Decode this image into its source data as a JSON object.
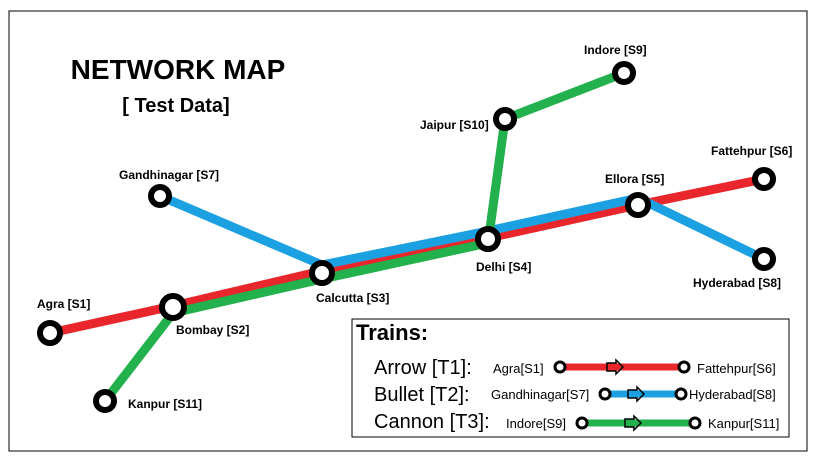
{
  "title": "NETWORK MAP",
  "subtitle": "[ Test Data]",
  "colors": {
    "red": "#e8262b",
    "blue": "#1ba1e2",
    "green": "#22b14c",
    "node": "#000000"
  },
  "stations": {
    "agra": {
      "label": "Agra [S1]"
    },
    "bombay": {
      "label": "Bombay [S2]"
    },
    "calcutta": {
      "label": "Calcutta [S3]"
    },
    "delhi": {
      "label": "Delhi [S4]"
    },
    "ellora": {
      "label": "Ellora [S5]"
    },
    "fattehpur": {
      "label": "Fattehpur [S6]"
    },
    "gandhinagar": {
      "label": "Gandhinagar [S7]"
    },
    "hyderabad": {
      "label": "Hyderabad [S8]"
    },
    "indore": {
      "label": "Indore [S9]"
    },
    "jaipur": {
      "label": "Jaipur [S10]"
    },
    "kanpur": {
      "label": "Kanpur [S11]"
    }
  },
  "legend": {
    "title": "Trains:",
    "trains": [
      {
        "name": "Arrow [T1]:",
        "from": "Agra[S1]",
        "to": "Fattehpur[S6]",
        "color": "red"
      },
      {
        "name": "Bullet [T2]:",
        "from": "Gandhinagar[S7]",
        "to": "Hyderabad[S8]",
        "color": "blue"
      },
      {
        "name": "Cannon [T3]:",
        "from": "Indore[S9]",
        "to": "Kanpur[S11]",
        "color": "green"
      }
    ]
  }
}
